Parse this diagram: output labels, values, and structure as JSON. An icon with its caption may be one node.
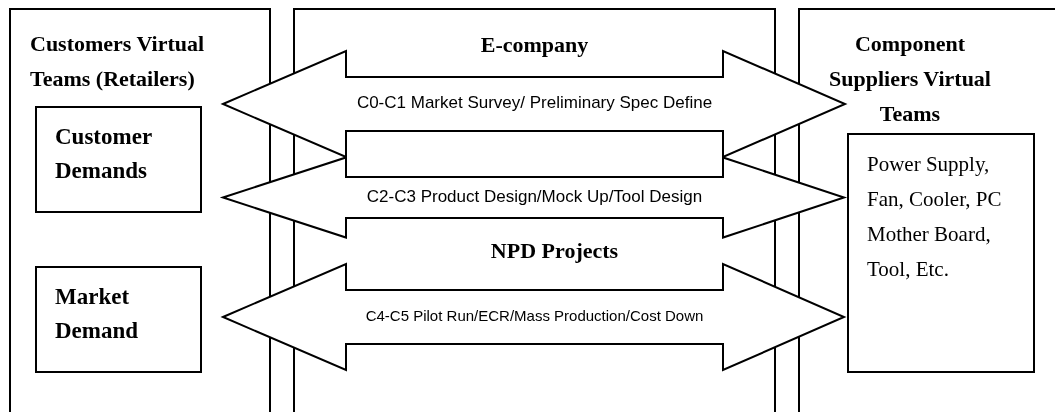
{
  "diagram": {
    "nodes": [
      {
        "text": [
          "Customers Virtual Teams (Retailers)"
        ]
      },
      {
        "text": [
          "Customer Demands"
        ],
        "in": 0
      },
      {
        "text": [
          "Market Demand"
        ],
        "in": 0
      },
      {
        "text": [
          "E-company",
          "NPD Projects"
        ]
      },
      {
        "text": [
          "Component Suppliers Virtual Teams"
        ]
      },
      {
        "text": [
          "Power Supply, Fan, Cooler, PC Mother Board, Tool, Etc."
        ],
        "in": 4
      }
    ],
    "edges": [
      {
        "from": 1,
        "to": 4,
        "arrow": "both",
        "label": "C0-C1 Market Survey/ Preliminary Spec Define"
      },
      {
        "from": 1,
        "to": 5,
        "arrow": "both",
        "label": "C2-C3 Product Design/Mock Up/Tool Design"
      },
      {
        "from": 2,
        "to": 5,
        "arrow": "both",
        "label": "C4-C5 Pilot Run/ECR/Mass Production/Cost Down"
      }
    ]
  }
}
